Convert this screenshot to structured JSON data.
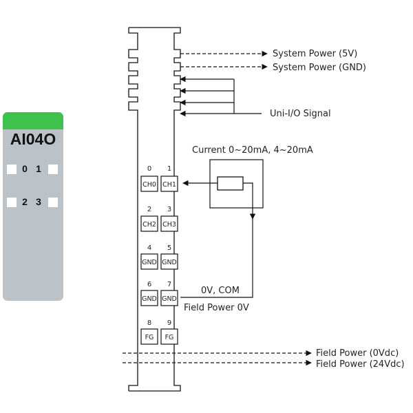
{
  "module": {
    "name": "AI04O",
    "led_rows": [
      {
        "left": "0",
        "right": "1"
      },
      {
        "left": "2",
        "right": "3"
      }
    ],
    "colors": {
      "header": "#3ec24c",
      "body": "#bcc3c8"
    }
  },
  "signals": {
    "system_power_5v": "System Power (5V)",
    "system_power_gnd": "System Power (GND)",
    "uni_io": "Uni-I/O Signal",
    "current": "Current 0~20mA, 4~20mA",
    "com": "0V, COM",
    "field_power_0v": "Field Power 0V",
    "field_power_0vdc": "Field Power (0Vdc)",
    "field_power_24vdc": "Field Power (24Vdc)"
  },
  "terminals": [
    {
      "num": "0",
      "label": "CH0"
    },
    {
      "num": "1",
      "label": "CH1"
    },
    {
      "num": "2",
      "label": "CH2"
    },
    {
      "num": "3",
      "label": "CH3"
    },
    {
      "num": "4",
      "label": "GND"
    },
    {
      "num": "5",
      "label": "GND"
    },
    {
      "num": "6",
      "label": "GND"
    },
    {
      "num": "7",
      "label": "GND"
    },
    {
      "num": "8",
      "label": "FG"
    },
    {
      "num": "9",
      "label": "FG"
    }
  ]
}
